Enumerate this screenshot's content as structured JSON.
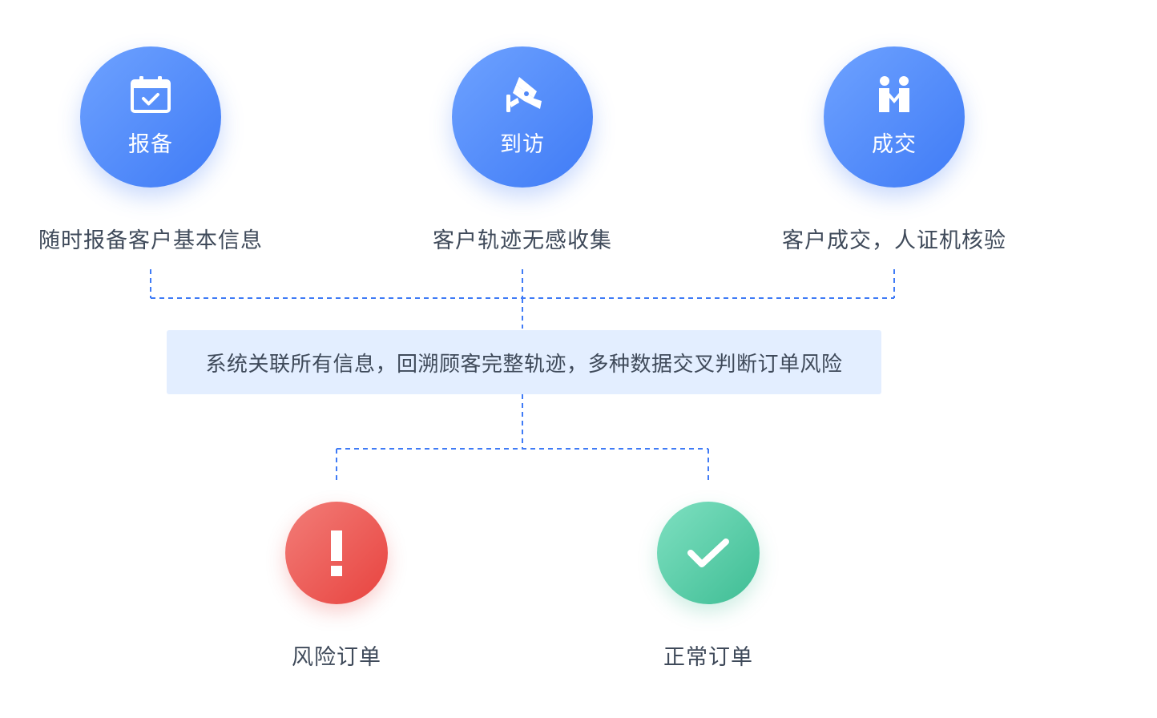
{
  "steps": [
    {
      "label": "报备",
      "icon": "calendar-check-icon",
      "desc": "随时报备客户基本信息"
    },
    {
      "label": "到访",
      "icon": "surveillance-camera-icon",
      "desc": "客户轨迹无感收集"
    },
    {
      "label": "成交",
      "icon": "handshake-people-icon",
      "desc": "客户成交，人证机核验"
    }
  ],
  "summary": "系统关联所有信息，回溯顾客完整轨迹，多种数据交叉判断订单风险",
  "results": [
    {
      "label": "风险订单",
      "icon": "exclamation-icon",
      "color": "#e8433f"
    },
    {
      "label": "正常订单",
      "icon": "checkmark-icon",
      "color": "#3ebd94"
    }
  ],
  "colors": {
    "primary": "#3f7bf6",
    "connector": "#3f7bf6",
    "summary_bg": "#e3eeff",
    "text": "#3f4a5a"
  }
}
